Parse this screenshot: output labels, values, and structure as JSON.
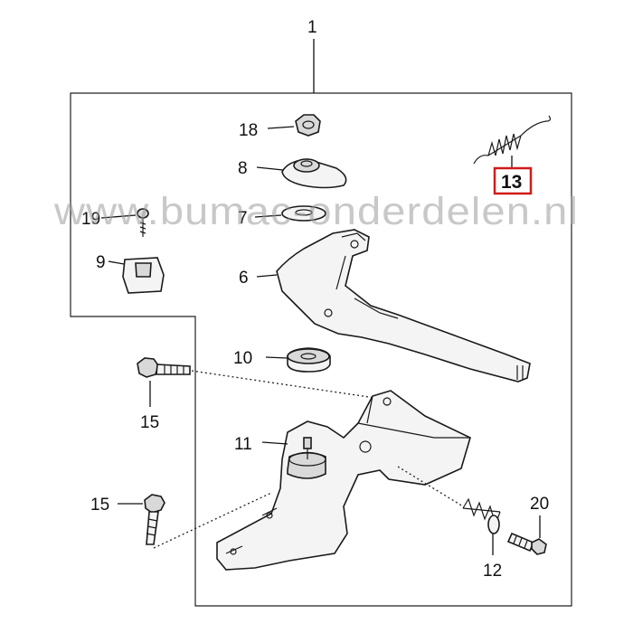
{
  "assembly_label": "1",
  "watermark": "www.bumac-onderdelen.nl",
  "highlight_color": "#d11a1a",
  "callouts": {
    "p18": "18",
    "p8": "8",
    "p7": "7",
    "p19": "19",
    "p9": "9",
    "p6": "6",
    "p10": "10",
    "p15a": "15",
    "p11": "11",
    "p15b": "15",
    "p12": "12",
    "p20": "20",
    "p13": "13"
  }
}
